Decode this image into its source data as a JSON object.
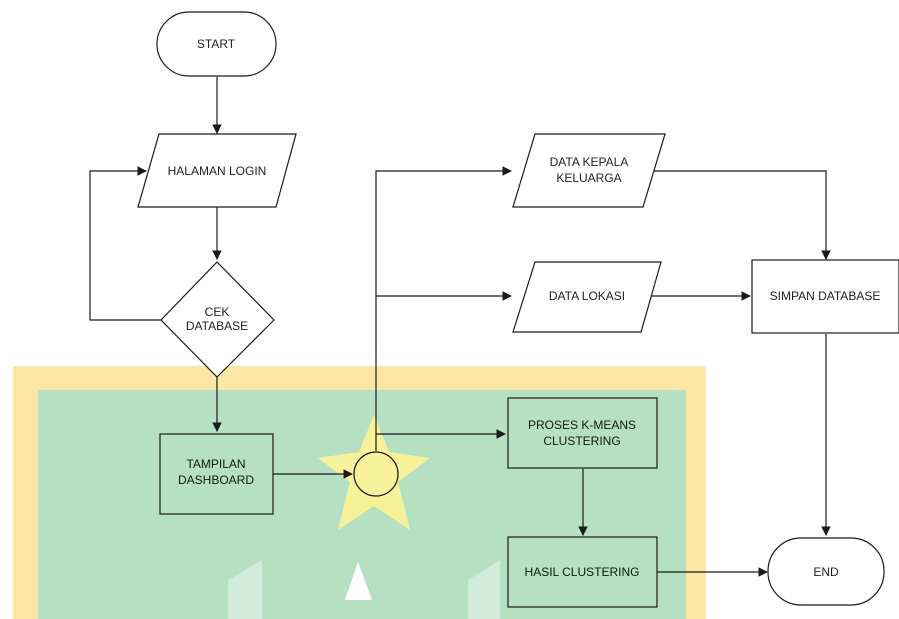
{
  "diagram": {
    "title": "",
    "nodes": {
      "start": {
        "label": "START",
        "shape": "terminator"
      },
      "login": {
        "label": "HALAMAN LOGIN",
        "shape": "parallelogram"
      },
      "cek_db": {
        "lines": [
          "CEK",
          "DATABASE"
        ],
        "shape": "decision"
      },
      "dashboard": {
        "lines": [
          "TAMPILAN",
          "DASHBOARD"
        ],
        "shape": "process"
      },
      "connector": {
        "label": "",
        "shape": "connector"
      },
      "kepala_keluarga": {
        "lines": [
          "DATA KEPALA",
          "KELUARGA"
        ],
        "shape": "parallelogram"
      },
      "lokasi": {
        "label": "DATA LOKASI",
        "shape": "parallelogram"
      },
      "simpan": {
        "label": "SIMPAN DATABASE",
        "shape": "process"
      },
      "kmeans": {
        "lines": [
          "PROSES K-MEANS",
          "CLUSTERING"
        ],
        "shape": "process"
      },
      "hasil": {
        "label": "HASIL CLUSTERING",
        "shape": "process"
      },
      "end": {
        "label": "END",
        "shape": "terminator"
      }
    },
    "edges": [
      {
        "from": "start",
        "to": "login"
      },
      {
        "from": "login",
        "to": "cek_db"
      },
      {
        "from": "cek_db",
        "to": "login",
        "note": "loop back"
      },
      {
        "from": "cek_db",
        "to": "dashboard"
      },
      {
        "from": "dashboard",
        "to": "connector"
      },
      {
        "from": "connector",
        "to": "kepala_keluarga"
      },
      {
        "from": "connector",
        "to": "lokasi"
      },
      {
        "from": "connector",
        "to": "kmeans"
      },
      {
        "from": "kepala_keluarga",
        "to": "simpan"
      },
      {
        "from": "lokasi",
        "to": "simpan"
      },
      {
        "from": "simpan",
        "to": "end"
      },
      {
        "from": "kmeans",
        "to": "hasil"
      },
      {
        "from": "hasil",
        "to": "end"
      }
    ]
  },
  "colors": {
    "watermark_border": "#fbe6a6",
    "watermark_fill": "#b5e1c2",
    "star": "#f7f29a",
    "line": "#1a1a1a",
    "node_fill_plain": "#ffffff"
  }
}
